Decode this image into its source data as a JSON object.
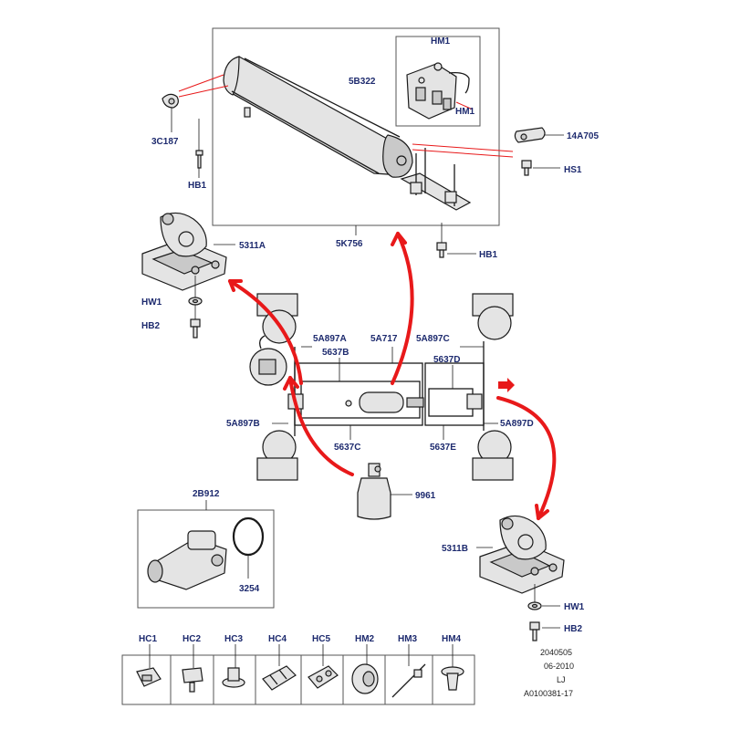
{
  "callouts": {
    "hm1_top": "HM1",
    "b5_322": "5B322",
    "hm1_right": "HM1",
    "c3_187": "3C187",
    "hb1_left": "HB1",
    "a14_705": "14A705",
    "hs1": "HS1",
    "k5_756": "5K756",
    "hb1_bottom": "HB1",
    "s5311a": "5311A",
    "hw1_top": "HW1",
    "hb2_top": "HB2",
    "a5a897a": "5A897A",
    "a5a717": "5A717",
    "a5a897c": "5A897C",
    "b5637b": "5637B",
    "d5637d": "5637D",
    "a5a897b": "5A897B",
    "a5a897d": "5A897D",
    "c5637c": "5637C",
    "e5637e": "5637E",
    "n9961": "9961",
    "b2b912": "2B912",
    "n3254": "3254",
    "s5311b": "5311B",
    "hw1_bottom": "HW1",
    "hb2_bottom": "HB2"
  },
  "fastener_legend": [
    {
      "code": "HC1",
      "icon": "clip-hc1-icon"
    },
    {
      "code": "HC2",
      "icon": "clip-hc2-icon"
    },
    {
      "code": "HC3",
      "icon": "clip-hc3-icon"
    },
    {
      "code": "HC4",
      "icon": "clip-hc4-icon"
    },
    {
      "code": "HC5",
      "icon": "clip-hc5-icon"
    },
    {
      "code": "HM2",
      "icon": "grommet-hm2-icon"
    },
    {
      "code": "HM3",
      "icon": "cable-tie-hm3-icon"
    },
    {
      "code": "HM4",
      "icon": "push-clip-hm4-icon"
    }
  ],
  "footer": {
    "line1": "2040505",
    "line2": "06-2010",
    "line3": "LJ",
    "line4": "A0100381-17"
  },
  "colors": {
    "label": "#1d2a6e",
    "arrow": "#e8191a",
    "line": "#1a1a1a"
  }
}
